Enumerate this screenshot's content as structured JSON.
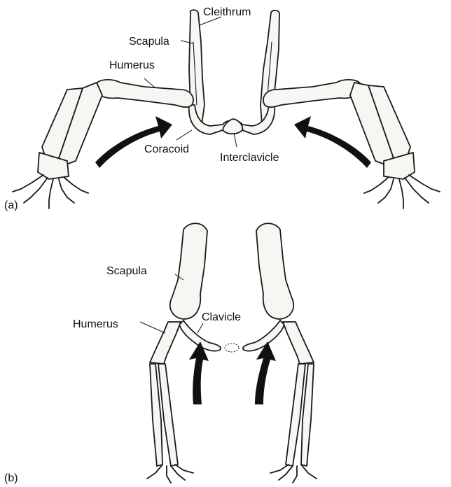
{
  "panel_a": {
    "tag": "(a)",
    "labels": {
      "cleithrum": "Cleithrum",
      "scapula": "Scapula",
      "humerus": "Humerus",
      "coracoid": "Coracoid",
      "interclavicle": "Interclavicle"
    }
  },
  "panel_b": {
    "tag": "(b)",
    "labels": {
      "scapula": "Scapula",
      "humerus": "Humerus",
      "clavicle": "Clavicle"
    }
  },
  "colors": {
    "ink": "#111111",
    "bone": "#f7f6f2",
    "background": "#ffffff"
  }
}
